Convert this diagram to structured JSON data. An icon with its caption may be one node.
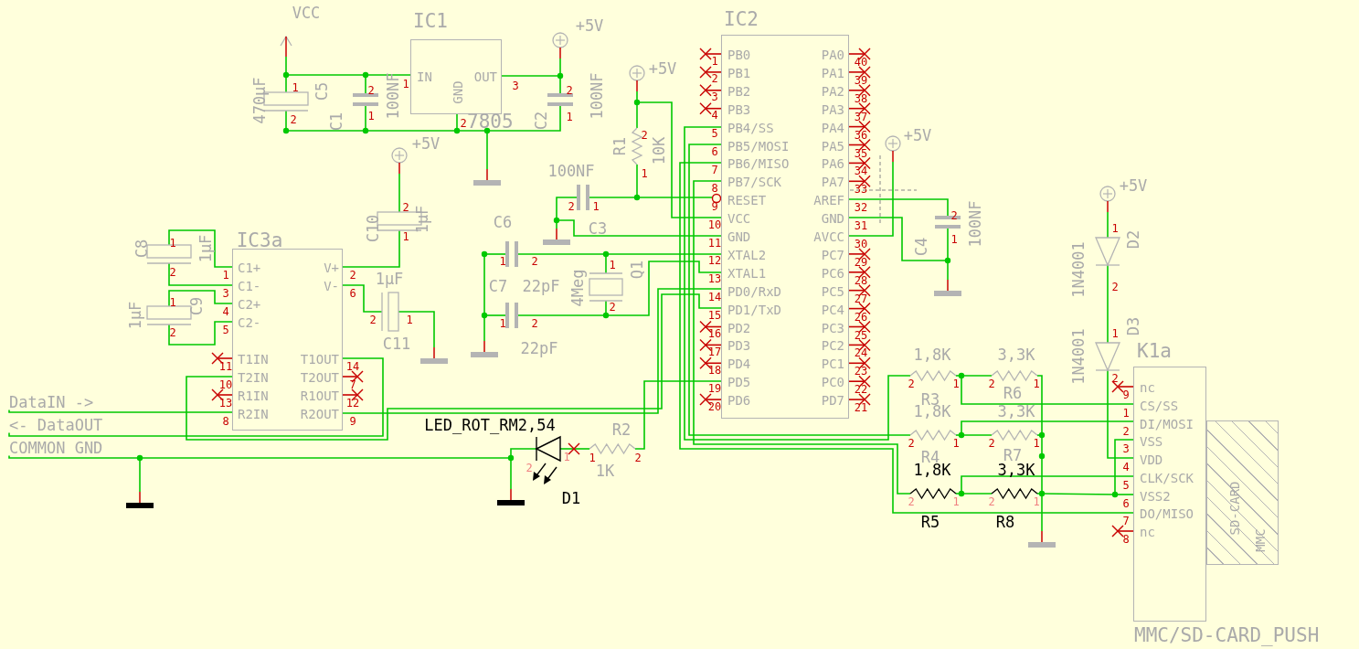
{
  "diagram": {
    "nodes": [
      {
        "text": [
          "IC1",
          "IN",
          "GND",
          "OUT"
        ],
        "beside": [
          "7805",
          "1",
          "2",
          "3"
        ]
      },
      {
        "text": [
          "IC2",
          "PB0",
          "PB1",
          "PB2",
          "PB3",
          "PB4/SS",
          "PB5/MOSI",
          "PB6/MISO",
          "PB7/SCK",
          "RESET",
          "VCC",
          "GND",
          "XTAL2",
          "XTAL1",
          "PD0/RxD",
          "PD1/TxD",
          "PD2",
          "PD3",
          "PD4",
          "PD5",
          "PD6",
          "PA0",
          "PA1",
          "PA2",
          "PA3",
          "PA4",
          "PA5",
          "PA6",
          "PA7",
          "AREF",
          "GND",
          "AVCC",
          "PC7",
          "PC6",
          "PC5",
          "PC4",
          "PC3",
          "PC2",
          "PC1",
          "PC0",
          "PD7"
        ],
        "beside": [
          "1",
          "2",
          "3",
          "4",
          "5",
          "6",
          "7",
          "8",
          "9",
          "10",
          "11",
          "12",
          "13",
          "14",
          "15",
          "16",
          "17",
          "18",
          "19",
          "20",
          "40",
          "39",
          "38",
          "37",
          "36",
          "35",
          "34",
          "33",
          "32",
          "31",
          "30",
          "29",
          "28",
          "27",
          "26",
          "25",
          "24",
          "23",
          "22",
          "21"
        ]
      },
      {
        "text": [
          "IC3a",
          "C1+",
          "C1-",
          "C2+",
          "C2-",
          "T1IN",
          "T2IN",
          "R1IN",
          "R2IN",
          "V+",
          "V-",
          "T1OUT",
          "T2OUT",
          "R1OUT",
          "R2OUT"
        ],
        "beside": [
          "1",
          "3",
          "4",
          "5",
          "11",
          "10",
          "13",
          "8",
          "2",
          "6",
          "14",
          "7",
          "12",
          "9"
        ]
      },
      {
        "text": [
          "K1a",
          "nc",
          "CS/SS",
          "DI/MOSI",
          "VSS",
          "VDD",
          "CLK/SCK",
          "VSS2",
          "DO/MISO",
          "nc"
        ],
        "beside": [
          "MMC/SD-CARD_PUSH",
          "9",
          "1",
          "2",
          "3",
          "4",
          "5",
          "6",
          "7",
          "8"
        ]
      },
      {
        "text": [
          "SD-CARD",
          "MMC"
        ]
      },
      {
        "text": [],
        "shape": "arrow",
        "beside": [
          "VCC"
        ]
      },
      {
        "text": [],
        "shape": "circle",
        "beside": [
          "+5V"
        ]
      },
      {
        "text": [],
        "shape": "capacitor",
        "beside": [
          "C5",
          "470µF",
          "1",
          "2"
        ]
      },
      {
        "text": [],
        "shape": "capacitor",
        "beside": [
          "C1",
          "100NF",
          "2",
          "1"
        ]
      },
      {
        "text": [],
        "shape": "capacitor",
        "beside": [
          "C2",
          "100NF",
          "2",
          "1"
        ]
      },
      {
        "text": [],
        "shape": "bar"
      },
      {
        "text": [],
        "shape": "circle",
        "beside": [
          "+5V"
        ]
      },
      {
        "text": [],
        "shape": "capacitor",
        "beside": [
          "C10",
          "1µF",
          "2",
          "1"
        ]
      },
      {
        "text": [],
        "shape": "capacitor",
        "beside": [
          "C8",
          "1µF",
          "1",
          "2"
        ]
      },
      {
        "text": [],
        "shape": "capacitor",
        "beside": [
          "C9",
          "1µF",
          "1",
          "2"
        ]
      },
      {
        "text": [],
        "shape": "capacitor",
        "beside": [
          "C11",
          "1µF",
          "2",
          "1"
        ]
      },
      {
        "text": [],
        "shape": "bar"
      },
      {
        "text": [
          "DataIN ->"
        ]
      },
      {
        "text": [
          "<- DataOUT"
        ]
      },
      {
        "text": [
          "COMMON GND"
        ]
      },
      {
        "text": [],
        "shape": "bar"
      },
      {
        "text": [],
        "shape": "capacitor",
        "beside": [
          "C3",
          "100NF",
          "2",
          "1"
        ]
      },
      {
        "text": [],
        "shape": "bar"
      },
      {
        "text": [],
        "shape": "capacitor",
        "beside": [
          "C6",
          "22pF",
          "1",
          "2"
        ]
      },
      {
        "text": [],
        "shape": "capacitor",
        "beside": [
          "C7",
          "22pF",
          "1",
          "2"
        ]
      },
      {
        "text": [],
        "shape": "crystal",
        "beside": [
          "Q1",
          "4Meg",
          "1",
          "2"
        ]
      },
      {
        "text": [],
        "shape": "bar"
      },
      {
        "text": [],
        "shape": "circle",
        "beside": [
          "+5V"
        ]
      },
      {
        "text": [],
        "shape": "resistor",
        "beside": [
          "R1",
          "10K",
          "2",
          "1"
        ]
      },
      {
        "text": [],
        "shape": "circle",
        "beside": [
          "+5V"
        ]
      },
      {
        "text": [],
        "shape": "capacitor",
        "beside": [
          "C4",
          "100NF",
          "2",
          "1"
        ]
      },
      {
        "text": [],
        "shape": "bar"
      },
      {
        "text": [],
        "shape": "circle",
        "beside": [
          "+5V"
        ]
      },
      {
        "text": [],
        "shape": "diode",
        "beside": [
          "D2",
          "1N4001",
          "1",
          "2"
        ]
      },
      {
        "text": [],
        "shape": "diode",
        "beside": [
          "D3",
          "1N4001",
          "1",
          "2"
        ]
      },
      {
        "text": [],
        "shape": "resistor",
        "beside": [
          "R3",
          "1,8K",
          "2",
          "1"
        ]
      },
      {
        "text": [],
        "shape": "resistor",
        "beside": [
          "R6",
          "3,3K",
          "2",
          "1"
        ]
      },
      {
        "text": [],
        "shape": "resistor",
        "beside": [
          "R4",
          "1,8K",
          "2",
          "1"
        ]
      },
      {
        "text": [],
        "shape": "resistor",
        "beside": [
          "R7",
          "3,3K",
          "2",
          "1"
        ]
      },
      {
        "text": [],
        "shape": "resistor",
        "beside": [
          "R5",
          "1,8K",
          "2",
          "1"
        ]
      },
      {
        "text": [],
        "shape": "resistor",
        "beside": [
          "R8",
          "3,3K",
          "2",
          "1"
        ]
      },
      {
        "text": [],
        "shape": "bar"
      },
      {
        "text": [],
        "shape": "diode",
        "beside": [
          "D1",
          "LED_ROT_RM2,54",
          "2",
          "1"
        ]
      },
      {
        "text": [],
        "shape": "resistor",
        "beside": [
          "R2",
          "1K",
          "1",
          "2"
        ]
      },
      {
        "text": [],
        "shape": "bar"
      },
      {
        "text": [],
        "shape": "dot"
      },
      {
        "text": [],
        "shape": "dot"
      },
      {
        "text": [],
        "shape": "dot"
      },
      {
        "text": [],
        "shape": "dot"
      },
      {
        "text": [],
        "shape": "dot"
      },
      {
        "text": [],
        "shape": "dot"
      },
      {
        "text": [],
        "shape": "dot"
      },
      {
        "text": [],
        "shape": "dot"
      },
      {
        "text": [],
        "shape": "dot"
      },
      {
        "text": [],
        "shape": "dot"
      },
      {
        "text": [],
        "shape": "dot"
      },
      {
        "text": [],
        "shape": "dot"
      },
      {
        "text": [],
        "shape": "dot"
      },
      {
        "text": [],
        "shape": "dot"
      },
      {
        "text": [],
        "shape": "dot"
      },
      {
        "text": [],
        "shape": "dot"
      },
      {
        "text": [],
        "shape": "dot"
      },
      {
        "text": [],
        "shape": "dot"
      },
      {
        "text": [],
        "shape": "dot"
      },
      {
        "text": [],
        "shape": "dot"
      },
      {
        "text": [],
        "shape": "dot"
      },
      {
        "text": [],
        "shape": "dot"
      },
      {
        "text": [],
        "shape": "dot"
      },
      {
        "text": [],
        "shape": "dot"
      }
    ],
    "edges": [
      {
        "from": 5,
        "to": 45,
        "arrow": "none"
      },
      {
        "from": 45,
        "to": 46,
        "arrow": "none"
      },
      {
        "from": 46,
        "to": 0,
        "arrow": "none"
      },
      {
        "from": 45,
        "to": 7,
        "arrow": "none"
      },
      {
        "from": 7,
        "to": 47,
        "arrow": "none"
      },
      {
        "from": 46,
        "to": 8,
        "arrow": "none"
      },
      {
        "from": 8,
        "to": 48,
        "arrow": "none"
      },
      {
        "from": 47,
        "to": 48,
        "arrow": "none"
      },
      {
        "from": 48,
        "to": 49,
        "arrow": "none"
      },
      {
        "from": 0,
        "to": 49,
        "arrow": "none"
      },
      {
        "from": 49,
        "to": 50,
        "arrow": "none"
      },
      {
        "from": 50,
        "to": 9,
        "arrow": "none"
      },
      {
        "from": 50,
        "to": 10,
        "arrow": "none"
      },
      {
        "from": 0,
        "to": 51,
        "arrow": "none"
      },
      {
        "from": 6,
        "to": 51,
        "arrow": "none"
      },
      {
        "from": 51,
        "to": 9,
        "arrow": "none"
      },
      {
        "from": 11,
        "to": 12,
        "arrow": "none"
      },
      {
        "from": 12,
        "to": 2,
        "arrow": "none"
      },
      {
        "from": 13,
        "to": 2,
        "arrow": "none"
      },
      {
        "from": 13,
        "to": 2,
        "arrow": "none"
      },
      {
        "from": 14,
        "to": 2,
        "arrow": "none"
      },
      {
        "from": 14,
        "to": 2,
        "arrow": "none"
      },
      {
        "from": 2,
        "to": 15,
        "arrow": "none"
      },
      {
        "from": 15,
        "to": 16,
        "arrow": "none"
      },
      {
        "from": 2,
        "to": 18,
        "arrow": "none"
      },
      {
        "from": 2,
        "to": 1,
        "arrow": "none"
      },
      {
        "from": 2,
        "to": 1,
        "arrow": "none"
      },
      {
        "from": 17,
        "to": 2,
        "arrow": "none"
      },
      {
        "from": 19,
        "to": 67,
        "arrow": "none"
      },
      {
        "from": 67,
        "to": 20,
        "arrow": "none"
      },
      {
        "from": 67,
        "to": 68,
        "arrow": "none"
      },
      {
        "from": 68,
        "to": 42,
        "arrow": "none"
      },
      {
        "from": 68,
        "to": 44,
        "arrow": "none"
      },
      {
        "from": 42,
        "to": 43,
        "arrow": "none"
      },
      {
        "from": 43,
        "to": 1,
        "arrow": "none"
      },
      {
        "from": 52,
        "to": 23,
        "arrow": "none"
      },
      {
        "from": 23,
        "to": 53,
        "arrow": "none"
      },
      {
        "from": 53,
        "to": 1,
        "arrow": "none"
      },
      {
        "from": 52,
        "to": 54,
        "arrow": "none"
      },
      {
        "from": 54,
        "to": 26,
        "arrow": "none"
      },
      {
        "from": 54,
        "to": 24,
        "arrow": "none"
      },
      {
        "from": 24,
        "to": 55,
        "arrow": "none"
      },
      {
        "from": 55,
        "to": 1,
        "arrow": "none"
      },
      {
        "from": 53,
        "to": 25,
        "arrow": "none"
      },
      {
        "from": 25,
        "to": 55,
        "arrow": "none"
      },
      {
        "from": 21,
        "to": 56,
        "arrow": "none"
      },
      {
        "from": 56,
        "to": 22,
        "arrow": "none"
      },
      {
        "from": 56,
        "to": 1,
        "arrow": "none"
      },
      {
        "from": 21,
        "to": 58,
        "arrow": "none"
      },
      {
        "from": 58,
        "to": 1,
        "arrow": "none"
      },
      {
        "from": 27,
        "to": 57,
        "arrow": "none"
      },
      {
        "from": 57,
        "to": 28,
        "arrow": "none"
      },
      {
        "from": 28,
        "to": 58,
        "arrow": "none"
      },
      {
        "from": 57,
        "to": 1,
        "arrow": "none"
      },
      {
        "from": 1,
        "to": 35,
        "arrow": "none"
      },
      {
        "from": 1,
        "to": 37,
        "arrow": "none"
      },
      {
        "from": 1,
        "to": 3,
        "arrow": "none"
      },
      {
        "from": 1,
        "to": 39,
        "arrow": "none"
      },
      {
        "from": 35,
        "to": 60,
        "arrow": "none"
      },
      {
        "from": 60,
        "to": 36,
        "arrow": "none"
      },
      {
        "from": 60,
        "to": 3,
        "arrow": "none"
      },
      {
        "from": 36,
        "to": 63,
        "arrow": "none"
      },
      {
        "from": 37,
        "to": 61,
        "arrow": "none"
      },
      {
        "from": 61,
        "to": 38,
        "arrow": "none"
      },
      {
        "from": 61,
        "to": 3,
        "arrow": "none"
      },
      {
        "from": 38,
        "to": 63,
        "arrow": "none"
      },
      {
        "from": 63,
        "to": 64,
        "arrow": "none"
      },
      {
        "from": 64,
        "to": 65,
        "arrow": "none"
      },
      {
        "from": 39,
        "to": 62,
        "arrow": "none"
      },
      {
        "from": 62,
        "to": 40,
        "arrow": "none"
      },
      {
        "from": 62,
        "to": 3,
        "arrow": "none"
      },
      {
        "from": 40,
        "to": 65,
        "arrow": "none"
      },
      {
        "from": 65,
        "to": 66,
        "arrow": "none"
      },
      {
        "from": 66,
        "to": 3,
        "arrow": "none"
      },
      {
        "from": 3,
        "to": 66,
        "arrow": "none"
      },
      {
        "from": 65,
        "to": 41,
        "arrow": "none"
      },
      {
        "from": 1,
        "to": 30,
        "arrow": "none"
      },
      {
        "from": 30,
        "to": 59,
        "arrow": "none"
      },
      {
        "from": 1,
        "to": 59,
        "arrow": "none"
      },
      {
        "from": 59,
        "to": 31,
        "arrow": "none"
      },
      {
        "from": 1,
        "to": 29,
        "arrow": "none"
      },
      {
        "from": 32,
        "to": 33,
        "arrow": "none"
      },
      {
        "from": 33,
        "to": 34,
        "arrow": "none"
      },
      {
        "from": 34,
        "to": 3,
        "arrow": "none"
      }
    ]
  }
}
